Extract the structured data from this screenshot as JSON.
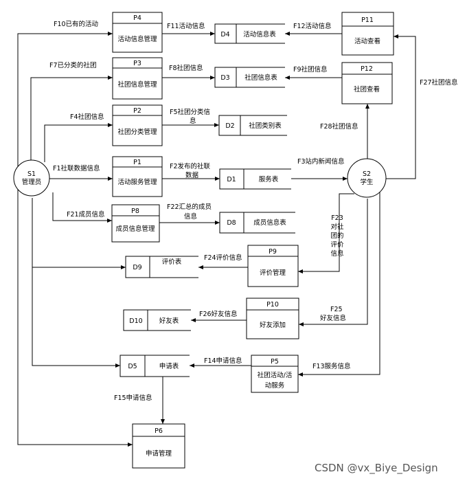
{
  "entities": {
    "S1": {
      "id": "S1",
      "name": "管理员"
    },
    "S2": {
      "id": "S2",
      "name": "学生"
    }
  },
  "processes": {
    "P4": {
      "id": "P4",
      "name": "活动信息管理"
    },
    "P3": {
      "id": "P3",
      "name": "社团信息管理"
    },
    "P2": {
      "id": "P2",
      "name": "社团分类管理"
    },
    "P1": {
      "id": "P1",
      "name": "活动服务管理"
    },
    "P8": {
      "id": "P8",
      "name": "成员信息管理"
    },
    "P11": {
      "id": "P11",
      "name": "活动查看"
    },
    "P12": {
      "id": "P12",
      "name": "社团查看"
    },
    "P9": {
      "id": "P9",
      "name": "评价管理"
    },
    "P10": {
      "id": "P10",
      "name": "好友添加"
    },
    "P5": {
      "id": "P5",
      "name_line1": "社团活动/活",
      "name_line2": "动服务"
    },
    "P6": {
      "id": "P6",
      "name": "申请管理"
    }
  },
  "stores": {
    "D4": {
      "id": "D4",
      "name": "活动信息表"
    },
    "D3": {
      "id": "D3",
      "name": "社团信息表"
    },
    "D2": {
      "id": "D2",
      "name": "社团类别表"
    },
    "D1": {
      "id": "D1",
      "name": "服务表"
    },
    "D8": {
      "id": "D8",
      "name": "成员信息表"
    },
    "D9": {
      "id": "D9",
      "name": "评价表"
    },
    "D10": {
      "id": "D10",
      "name": "好友表"
    },
    "D5": {
      "id": "D5",
      "name": "申请表"
    }
  },
  "flows": {
    "F10": "F10已有的活动",
    "F7": "F7已分类的社团",
    "F4": "F4社团信息",
    "F1": "F1社联数据信息",
    "F21": "F21成员信息",
    "F11": "F11活动信息",
    "F8": "F8社团信息",
    "F5_l1": "F5社团分类信",
    "F5_l2": "息",
    "F2_l1": "F2发布的社联",
    "F2_l2": "数据",
    "F22_l1": "F22汇总的成员",
    "F22_l2": "信息",
    "F12": "F12活动信息",
    "F9": "F9社团信息",
    "F27": "F27社团信息",
    "F28": "F28社团信息",
    "F3": "F3站内新闻信息",
    "F23_lines": [
      "F23",
      "对社",
      "团的",
      "评价",
      "信息"
    ],
    "F24": "F24评价信息",
    "F25_l1": "F25",
    "F25_l2": "好友信息",
    "F26": "F26好友信息",
    "F14": "F14申请信息",
    "F13": "F13服务信息",
    "F15": "F15申请信息"
  },
  "watermark": "CSDN @vx_Biye_Design"
}
